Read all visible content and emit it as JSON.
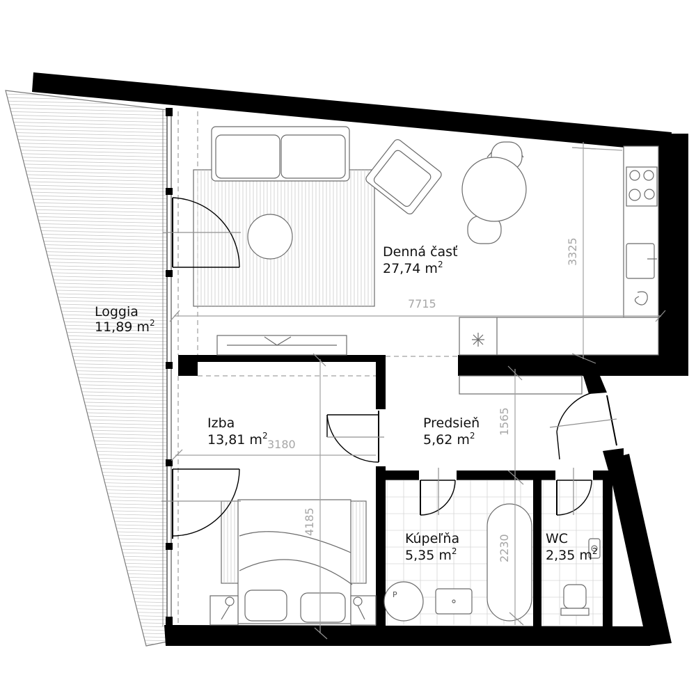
{
  "rooms": {
    "loggia": {
      "name": "Loggia",
      "area": "11,89 m",
      "unit_sup": "2"
    },
    "living": {
      "name": "Denná časť",
      "area": "27,74 m",
      "unit_sup": "2"
    },
    "room": {
      "name": "Izba",
      "area": "13,81 m",
      "unit_sup": "2"
    },
    "hall": {
      "name": "Predsieň",
      "area": "5,62 m",
      "unit_sup": "2"
    },
    "bath": {
      "name": "Kúpeľňa",
      "area": "5,35 m",
      "unit_sup": "2"
    },
    "wc": {
      "name": "WC",
      "area": "2,35 m",
      "unit_sup": "2"
    }
  },
  "dimensions": {
    "living_width": "7715",
    "living_depth": "3325",
    "room_width": "3180",
    "room_depth": "4185",
    "hall_depth": "1565",
    "bath_depth": "2230"
  },
  "fixtures": {
    "boiler_label": "P"
  },
  "colors": {
    "wall": "#000000",
    "line": "#8a8a8a",
    "dimension": "#a6a6a6"
  }
}
